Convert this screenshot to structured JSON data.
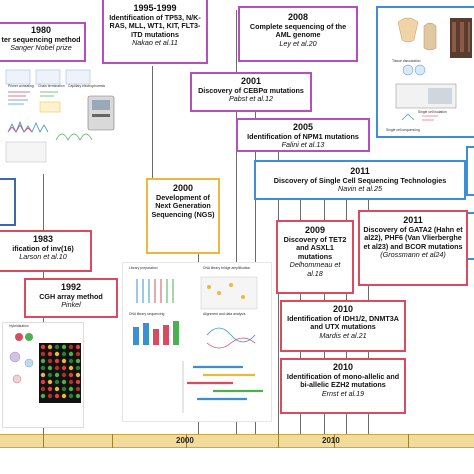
{
  "timeline": {
    "axis_labels": [
      "2000",
      "2010"
    ]
  },
  "events": [
    {
      "key": "e1980",
      "year": "1980",
      "desc": "ter sequencing method",
      "author": "Sanger Nobel prize"
    },
    {
      "key": "e1995",
      "year": "1995-1999",
      "desc": "Identification of TP53, N/K-RAS, MLL, WT1, KIT, FLT3-ITD mutations",
      "author": "Nakao et al.11"
    },
    {
      "key": "e2008",
      "year": "2008",
      "desc": "Complete sequencing of the AML genome",
      "author": "Ley et al.20"
    },
    {
      "key": "e2001",
      "year": "2001",
      "desc": "Discovery of CEBPα mutations",
      "author": "Pabst et al.12"
    },
    {
      "key": "e2005",
      "year": "2005",
      "desc": "Identification of NPM1 mutations",
      "author": "Falini et al.13"
    },
    {
      "key": "e2011sc",
      "year": "2011",
      "desc": "Discovery of Single Cell Sequencing Technologies",
      "author": "Navin et al.25"
    },
    {
      "key": "e2000",
      "year": "2000",
      "desc": "Development of Next Generation Sequencing (NGS)",
      "author": ""
    },
    {
      "key": "e2009",
      "year": "2009",
      "desc": "Discovery of TET2 and ASXL1 mutations",
      "author": "Delhommeau et al.18"
    },
    {
      "key": "e2011",
      "year": "2011",
      "desc": "Discovery of GATA2 (Hahn et al22), PHF6 (Van Vlierberghe et al23) and BCOR mutations",
      "author": "(Grossmann et al24)"
    },
    {
      "key": "e1983",
      "year": "1983",
      "desc": "ification of inv(16)",
      "author": "Larson et al.10"
    },
    {
      "key": "e1992",
      "year": "1992",
      "desc": "CGH array method",
      "author": "Pinkel"
    },
    {
      "key": "e2010a",
      "year": "2010",
      "desc": "Identification of IDH1/2, DNMT3A and UTX mutations",
      "author": "Mardis et al.21"
    },
    {
      "key": "e2010b",
      "year": "2010",
      "desc": "Identification of mono-allelic and bi-allelic EZH2 mutations",
      "author": "Ernst et al.19"
    }
  ],
  "figure_text": {
    "sanger_steps": [
      "Primer annealing",
      "Chain termination",
      "Capillary electrophoresis"
    ],
    "ngs_steps": [
      "Library preparation",
      "DNA library bridge amplification",
      "DNA library sequencing",
      "Alignment and data analysis"
    ],
    "cgh_title": "Hybridisation",
    "sc_steps": [
      "Tissue dissociation",
      "Single cell isolation",
      "Single cell sequencing"
    ]
  },
  "colors": {
    "gold": "#e8b93e",
    "purple": "#b54fc0",
    "blue": "#3d8fd4",
    "red": "#d94c5f",
    "timeline": "#f3dc9a"
  }
}
